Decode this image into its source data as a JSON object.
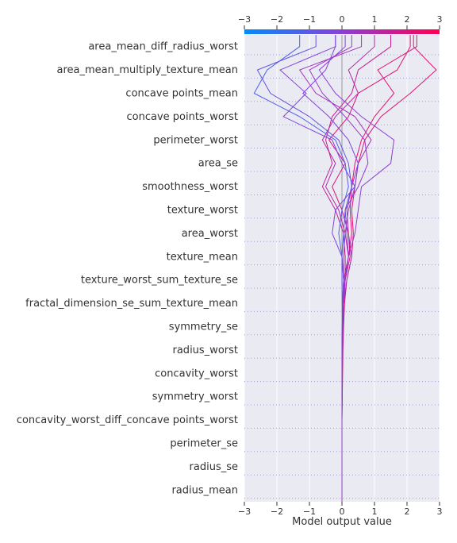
{
  "chart_data": {
    "type": "line",
    "chart_kind": "shap-decision-plot",
    "xlabel": "Model output value",
    "xlim": [
      -3,
      3
    ],
    "xticks": [
      -3,
      -2,
      -1,
      0,
      1,
      2,
      3
    ],
    "base_value": 0,
    "grid": true,
    "colorbar": {
      "position": "top",
      "range": [
        -3,
        3
      ],
      "low_color": "#008bfb",
      "high_color": "#ff0051"
    },
    "features_top_to_bottom": [
      "area_mean_diff_radius_worst",
      "area_mean_multiply_texture_mean",
      "concave points_mean",
      "concave points_worst",
      "perimeter_worst",
      "area_se",
      "smoothness_worst",
      "texture_worst",
      "area_worst",
      "texture_mean",
      "texture_worst_sum_texture_se",
      "fractal_dimension_se_sum_texture_mean",
      "symmetry_se",
      "radius_worst",
      "concavity_worst",
      "symmetry_worst",
      "concavity_worst_diff_concave points_worst",
      "perimeter_se",
      "radius_se",
      "radius_mean"
    ],
    "series_note": "Each series lists the cumulative model output at each feature level from top (area_mean_diff_radius_worst) to bottom (radius_mean); the final value at the top edge is the model output for that sample.",
    "series": [
      {
        "values": [
          2.3,
          1.1,
          1.6,
          1.0,
          0.6,
          0.4,
          0.3,
          0.25,
          0.3,
          0.2,
          0.1,
          0.05,
          0.03,
          0.02,
          0.01,
          0.01,
          0.0,
          0.0,
          0.0,
          0.0
        ]
      },
      {
        "values": [
          2.2,
          2.9,
          2.1,
          1.2,
          0.7,
          0.5,
          0.4,
          0.3,
          0.35,
          0.3,
          0.15,
          0.08,
          0.05,
          0.03,
          0.02,
          0.01,
          0.0,
          0.0,
          0.0,
          0.0
        ]
      },
      {
        "values": [
          2.1,
          1.7,
          0.5,
          0.2,
          -0.4,
          0.1,
          -0.3,
          0.0,
          0.2,
          0.25,
          0.1,
          0.05,
          0.03,
          0.02,
          0.01,
          0.0,
          0.0,
          0.0,
          0.0,
          0.0
        ]
      },
      {
        "values": [
          1.0,
          0.2,
          0.5,
          -0.2,
          -0.6,
          -0.2,
          -0.5,
          -0.1,
          0.1,
          0.2,
          0.05,
          0.03,
          0.02,
          0.01,
          0.0,
          0.0,
          0.0,
          0.0,
          0.0,
          0.0
        ]
      },
      {
        "values": [
          1.5,
          0.5,
          0.3,
          -0.3,
          -0.5,
          -0.3,
          -0.6,
          -0.2,
          0.05,
          0.1,
          0.1,
          0.05,
          0.02,
          0.01,
          0.0,
          0.0,
          0.0,
          0.0,
          0.0,
          0.0
        ]
      },
      {
        "values": [
          0.6,
          -1.3,
          -0.8,
          0.4,
          0.9,
          0.5,
          0.3,
          0.15,
          0.2,
          0.3,
          0.15,
          0.05,
          0.02,
          0.01,
          0.01,
          0.0,
          0.0,
          0.0,
          0.0,
          0.0
        ]
      },
      {
        "values": [
          0.1,
          -0.7,
          -0.2,
          0.6,
          1.6,
          1.5,
          0.6,
          0.5,
          0.4,
          0.2,
          0.1,
          0.05,
          0.03,
          0.02,
          0.01,
          0.0,
          0.0,
          0.0,
          0.0,
          0.0
        ]
      },
      {
        "values": [
          -0.2,
          -1.9,
          -1.1,
          -1.8,
          -0.3,
          0.0,
          0.4,
          0.2,
          0.1,
          0.05,
          0.05,
          0.02,
          0.01,
          0.0,
          0.0,
          0.0,
          0.0,
          0.0,
          0.0,
          0.0
        ]
      },
      {
        "values": [
          -0.8,
          -2.6,
          -2.2,
          -1.0,
          -0.1,
          0.2,
          0.3,
          0.1,
          0.05,
          0.0,
          0.0,
          0.01,
          0.01,
          0.0,
          0.0,
          0.0,
          0.0,
          0.0,
          0.0,
          0.0
        ]
      },
      {
        "values": [
          -1.3,
          -2.3,
          -2.7,
          -1.3,
          -0.2,
          0.1,
          0.2,
          0.0,
          -0.1,
          0.0,
          0.05,
          0.02,
          0.01,
          0.01,
          0.0,
          0.0,
          0.0,
          0.0,
          0.0,
          0.0
        ]
      },
      {
        "values": [
          -0.2,
          -0.5,
          -1.2,
          -0.4,
          0.2,
          0.5,
          0.4,
          -0.2,
          -0.3,
          0.0,
          0.05,
          0.02,
          0.01,
          0.0,
          0.0,
          0.0,
          0.0,
          0.0,
          0.0,
          0.0
        ]
      },
      {
        "values": [
          0.3,
          -1.0,
          -0.6,
          0.1,
          0.7,
          0.8,
          0.5,
          0.1,
          0.15,
          0.2,
          0.08,
          0.04,
          0.02,
          0.01,
          0.0,
          0.0,
          0.0,
          0.0,
          0.0,
          0.0
        ]
      }
    ]
  }
}
